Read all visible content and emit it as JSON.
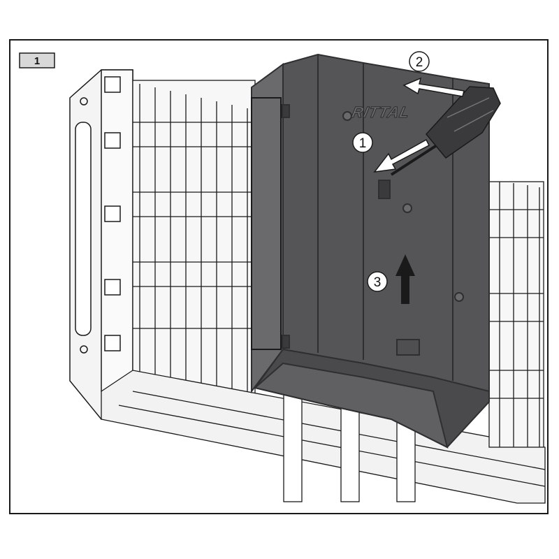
{
  "figure": {
    "step_badge": "1",
    "brand_text": "RITTAL",
    "callouts": [
      "1",
      "2",
      "3"
    ]
  },
  "colors": {
    "housing_dark": "#555557",
    "housing_edge": "#2f2f31",
    "rail_light": "#f2f2f2",
    "outline": "#1a1a1a",
    "badge_fill": "#d8d8d8"
  },
  "icons": {
    "screwdriver": "screwdriver-icon",
    "arrows": [
      "arrow-diagonal-icon",
      "arrow-left-icon",
      "arrow-up-icon"
    ]
  }
}
